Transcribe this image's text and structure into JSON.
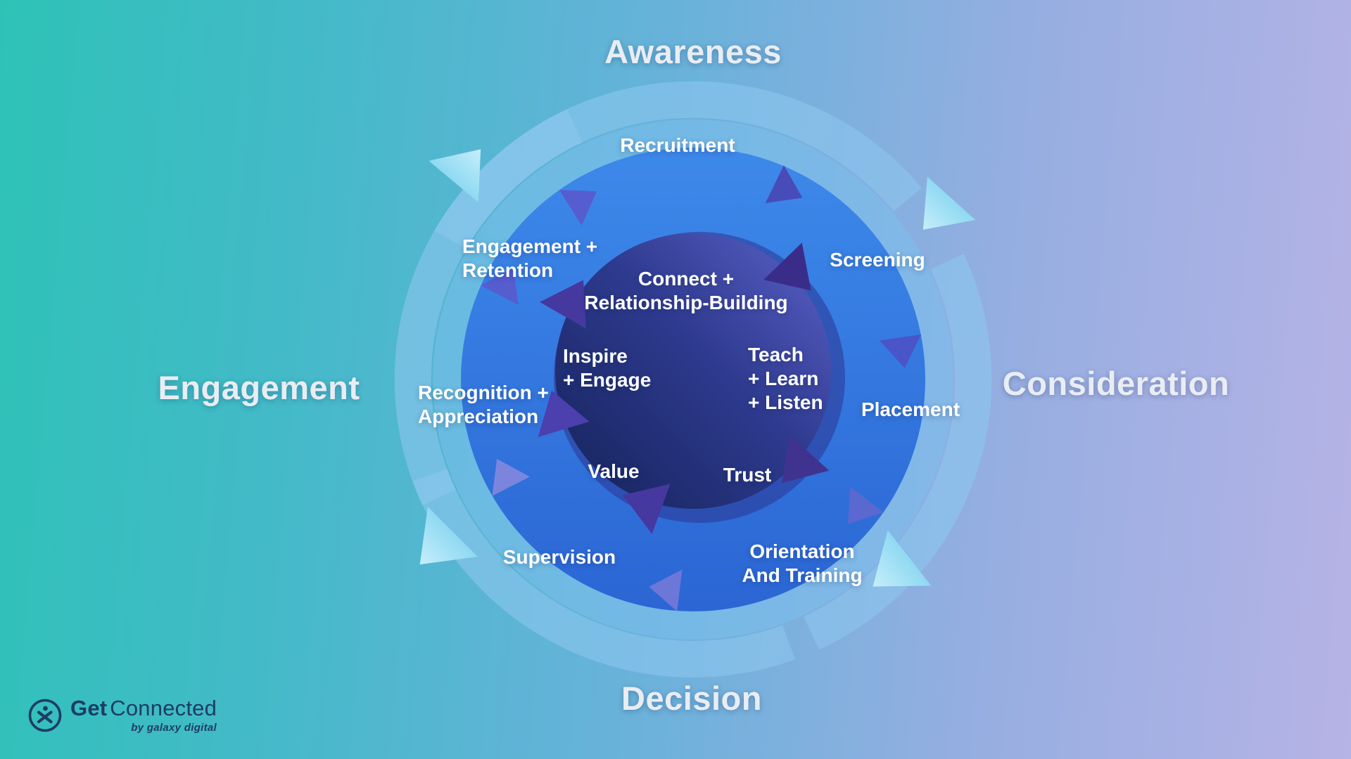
{
  "outer_stages": {
    "top": "Awareness",
    "right": "Consideration",
    "bottom": "Decision",
    "left": "Engagement"
  },
  "ring_steps": {
    "recruitment": "Recruitment",
    "screening": "Screening",
    "placement": "Placement",
    "orientation": "Orientation\nAnd Training",
    "supervision": "Supervision",
    "recognition": "Recognition +\nAppreciation",
    "engagement_retention": "Engagement +\nRetention"
  },
  "core_values": {
    "connect": "Connect +\nRelationship-Building",
    "teach": "Teach\n+ Learn\n+ Listen",
    "trust": "Trust",
    "value": "Value",
    "inspire": "Inspire\n+ Engage"
  },
  "logo": {
    "brand_bold": "Get",
    "brand_light": "Connected",
    "byline": "by galaxy digital"
  },
  "colors": {
    "background_left_teal": "#2ec2b7",
    "background_right_lavender": "#b6b3e6",
    "outer_ring_pale_blue": "#8cc6ef",
    "outer_arrowhead_cyan": "#a9e3f7",
    "mid_band_translucent_blue": "#7cc0ef",
    "main_disc_blue": "#2f74de",
    "ring_arrowhead_indigo": "#4a4fbe",
    "inner_circle_dark_navy": "#16255c",
    "inner_circle_purple": "#5a60c8",
    "inner_arrowhead_purple": "#45389f",
    "label_white": "#ffffff",
    "stage_label_offwhite": "#e9edf3",
    "logo_navy": "#1d3c66"
  }
}
